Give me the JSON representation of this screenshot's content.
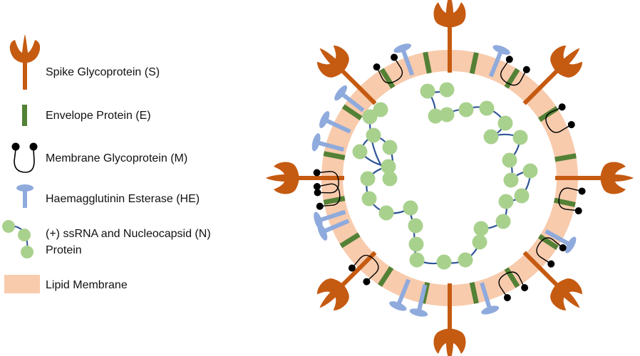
{
  "legend": {
    "spike": "Spike Glycoprotein (S)",
    "envelope": "Envelope Protein (E)",
    "membrane": "Membrane Glycoprotein (M)",
    "he": "Haemagglutinin Esterase (HE)",
    "ssrna_line1": "(+) ssRNA and Nucleocapsid (N)",
    "ssrna_line2": "Protein",
    "lipid": "Lipid Membrane"
  },
  "colors": {
    "spike": "#c55a11",
    "envelope": "#538135",
    "membrane": "#000000",
    "he": "#8faadc",
    "nucleocapsid": "#a9d18e",
    "rna": "#2f5597",
    "lipid": "#f8cbad",
    "background": "#ffffff"
  },
  "icons": {
    "spike": "spike-glycoprotein-icon",
    "envelope": "envelope-protein-icon",
    "membrane": "membrane-glycoprotein-icon",
    "he": "haemagglutinin-esterase-icon",
    "ssrna": "ssrna-nucleocapsid-icon",
    "lipid": "lipid-membrane-icon"
  }
}
